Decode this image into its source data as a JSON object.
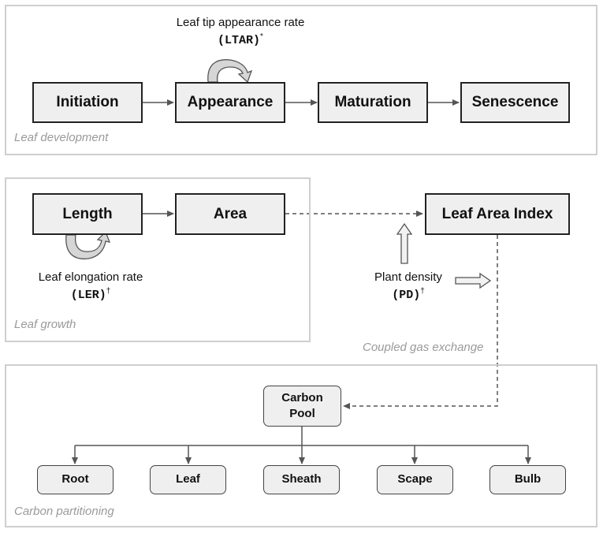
{
  "panels": {
    "development": {
      "label": "Leaf development"
    },
    "growth": {
      "label": "Leaf growth"
    },
    "exchange": {
      "label": "Coupled gas exchange"
    },
    "partitioning": {
      "label": "Carbon partitioning"
    }
  },
  "development": {
    "nodes": [
      "Initiation",
      "Appearance",
      "Maturation",
      "Senescence"
    ],
    "ltar": {
      "label": "Leaf tip appearance rate",
      "abbr": "(LTAR)",
      "mark": "*"
    }
  },
  "growth": {
    "nodes": [
      "Length",
      "Area"
    ],
    "ler": {
      "label": "Leaf elongation rate",
      "abbr": "(LER)",
      "mark": "†"
    }
  },
  "exchange": {
    "lai": "Leaf Area Index",
    "pd": {
      "label": "Plant density",
      "abbr": "(PD)",
      "mark": "†"
    }
  },
  "partitioning": {
    "pool": "Carbon\nPool",
    "sinks": [
      "Root",
      "Leaf",
      "Sheath",
      "Scape",
      "Bulb"
    ]
  },
  "colors": {
    "box_fill": "#efefef",
    "panel_border": "#cfcfcf",
    "label_gray": "#9a9a9a",
    "arrow": "#555555"
  }
}
